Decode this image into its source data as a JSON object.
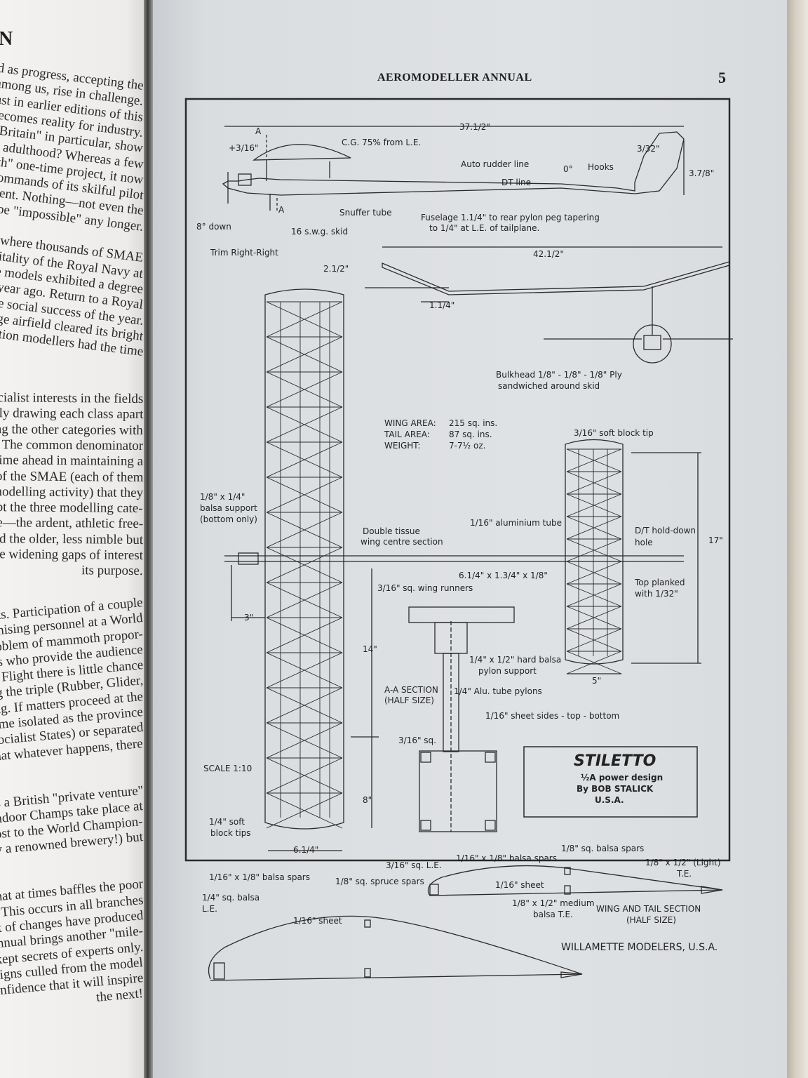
{
  "left_page": {
    "heading_fragment": "N",
    "lines": [
      "regard as progress, accepting the",
      "creative among us, rise in challenge.",
      "y forecast in earlier editions of this",
      "odel becomes reality for industry.",
      "tle of Britain\" in particular, show",
      "ve say adulthood? Whereas a few",
      "death\" one-time project, it now",
      "the commands of its skilful pilot",
      "ipment. Nothing—not even the",
      "to be \"impossible\" any longer.",
      "",
      "Nats where thousands of SMAE",
      "ospitality of the Royal Navy at",
      "e scale models exhibited a degree",
      "even a year ago. Return to a Royal",
      "rated the social success of the year.",
      "the huge airfield cleared its bright",
      "mpetition modellers had the time",
      "",
      "",
      "e. Specialist interests in the fields",
      "exorably drawing each class apart",
      "regarding the other categories with",
      "onism. The common denominator",
      "tough time ahead in maintaining a",
      "ficers of the SMAE (each of them",
      "eromodelling activity) that they",
      "o adopt the three modelling cate-",
      "ly are—the ardent, athletic free-",
      "s and the older, less nimble but",
      "w the widening gaps of interest",
      "its purpose.",
      "",
      "ontests. Participation of a couple",
      "organising personnel at a World",
      "ial problem of mammoth propor-",
      "ectators who provide the audience",
      "Free Flight there is little chance",
      "ating the triple (Rubber, Glider,",
      "vriting. If matters proceed at the",
      "l become isolated as the province",
      "ing (Socialist States) or separated",
      "ope that whatever happens, there",
      "",
      "",
      "press a British \"private venture\"",
      "The Indoor Champs take place at",
      "be host to the World Champion-",
      "ed, by a renowned brewery!) but",
      "",
      "",
      "pace that at times baffles the poor",
      "ight. This occurs in all branches",
      "llest of changes have produced",
      "is Annual brings another \"mile-",
      "e-kept secrets of experts only.",
      "of designs culled from the model",
      "th confidence that it will inspire",
      "the next!"
    ]
  },
  "header": {
    "title": "AEROMODELLER ANNUAL",
    "page_number": "5"
  },
  "drawing": {
    "side_view": {
      "overall_length": "37.1/2\"",
      "section_mark_top": "A",
      "section_mark_bottom": "A",
      "incidence": "+3/16\"",
      "cg": "C.G. 75% from L.E.",
      "fin_offset": "3/32\"",
      "auto_rudder": "Auto rudder line",
      "zero_deg": "0°",
      "hooks": "Hooks",
      "fin_height": "3.7/8\"",
      "dt_line": "DT line",
      "snuffer": "Snuffer tube",
      "fuselage_1": "Fuselage 1.1/4\" to rear pylon peg tapering",
      "fuselage_2": "to 1/4\" at L.E. of tailplane.",
      "downthrust": "8° down",
      "skid": "16 s.w.g. skid",
      "trim": "Trim Right-Right"
    },
    "front_view": {
      "span": "42.1/2\"",
      "tip_dihedral": "2.1/2\"",
      "centre_dihedral": "1.1/4\"",
      "bulkhead_1": "Bulkhead 1/8\" - 1/8\" - 1/8\" Ply",
      "bulkhead_2": "sandwiched around skid"
    },
    "specs": [
      {
        "label": "WING AREA:",
        "value": "215 sq. ins."
      },
      {
        "label": "TAIL AREA:",
        "value": "87 sq. ins."
      },
      {
        "label": "WEIGHT:",
        "value": "7-7½ oz."
      }
    ],
    "plan_view": {
      "tail_tip": "3/16\" soft block tip",
      "support_1": "1/8\" x 1/4\"",
      "support_2": "balsa support",
      "support_3": "(bottom only)",
      "tissue_1": "Double tissue",
      "tissue_2": "wing centre section",
      "alu_tube": "1/16\" aluminium tube",
      "dt_1": "D/T hold-down",
      "dt_2": "hole",
      "tail_span": "17\"",
      "boom": "6.1/4\" x 1.3/4\" x 1/8\"",
      "planked_1": "Top planked",
      "planked_2": "with 1/32\"",
      "centre_width": "3\"",
      "half_span_1": "14\"",
      "half_span_2": "8\"",
      "tail_chord": "5\"",
      "scale": "SCALE 1:10",
      "tips_1": "1/4\" soft",
      "tips_2": "block tips",
      "wing_chord": "6.1/4\""
    },
    "section_aa": {
      "runners": "3/16\" sq. wing runners",
      "pylon_support_1": "1/4\" x 1/2\" hard balsa",
      "pylon_support_2": "pylon support",
      "title_1": "A-A SECTION",
      "title_2": "(HALF SIZE)",
      "tube_pylons": "1/4\" Alu. tube pylons",
      "sheet_sides": "1/16\" sheet sides - top - bottom",
      "corner": "3/16\" sq."
    },
    "title_box": {
      "name": "STILETTO",
      "line1": "½A power design",
      "line2": "By BOB STALICK",
      "line3": "U.S.A."
    },
    "wing_section": {
      "spars": "1/16\" x 1/8\" balsa spars",
      "spruce": "1/8\" sq. spruce spars",
      "le_1": "1/4\" sq. balsa",
      "le_2": "L.E.",
      "sheet": "1/16\" sheet",
      "te_1": "1/8\" x 1/2\" medium",
      "te_2": "balsa T.E."
    },
    "tail_section": {
      "le": "3/16\" sq. L.E.",
      "spars": "1/16\" x 1/8\" balsa spars",
      "sq_spars": "1/8\" sq. balsa spars",
      "te_1": "1/8\" x 1/2\" (Light)",
      "te_2": "T.E.",
      "sheet": "1/16\" sheet"
    },
    "section_title_1": "WING AND TAIL SECTION",
    "section_title_2": "(HALF SIZE)",
    "credit": "WILLAMETTE MODELERS, U.S.A."
  }
}
